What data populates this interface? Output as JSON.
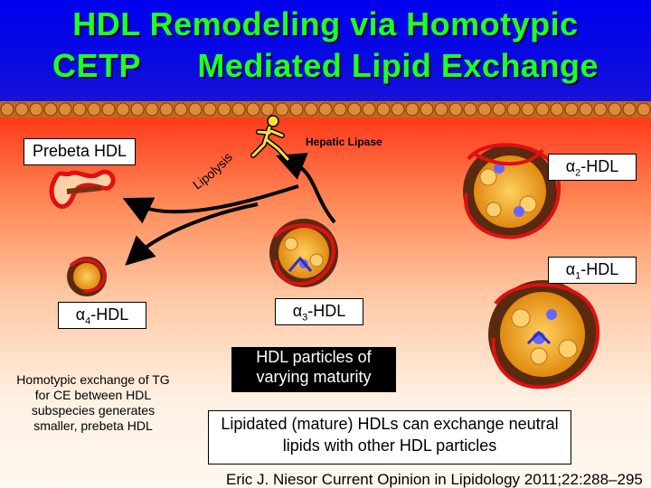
{
  "title": {
    "line1": "HDL Remodeling via Homotypic",
    "line2": "CETP      Mediated Lipid Exchange"
  },
  "labels": {
    "prebeta": "Prebeta HDL",
    "hepatic_lipase": "Hepatic Lipase",
    "lipolysis": "Lipolysis",
    "alpha2_prefix": "α",
    "alpha2_sub": "2",
    "alpha2_suffix": "-HDL",
    "alpha1_prefix": "α",
    "alpha1_sub": "1",
    "alpha1_suffix": "-HDL",
    "alpha4_prefix": "α",
    "alpha4_sub": "4",
    "alpha4_suffix": "-HDL",
    "alpha3_prefix": "α",
    "alpha3_sub": "3",
    "alpha3_suffix": "-HDL"
  },
  "boxes": {
    "maturity": "HDL particles of varying maturity",
    "lipidated": "Lipidated (mature) HDLs can exchange neutral lipids with other HDL particles"
  },
  "note": "Homotypic exchange of TG for CE between HDL subspecies generates smaller, prebeta HDL",
  "citation": "Eric J. Niesor Current Opinion in Lipidology 2011;22:288–295",
  "colors": {
    "title_band": "#0000f0",
    "title_text": "#20ff20",
    "apolipoprotein": "#e01010",
    "lipid_core": "#f0a020",
    "particle_shell": "#5a2a10",
    "ce_marker": "#6666ff"
  },
  "icons": [
    "hepatic-lipase-figure-icon",
    "arrow-icon"
  ]
}
